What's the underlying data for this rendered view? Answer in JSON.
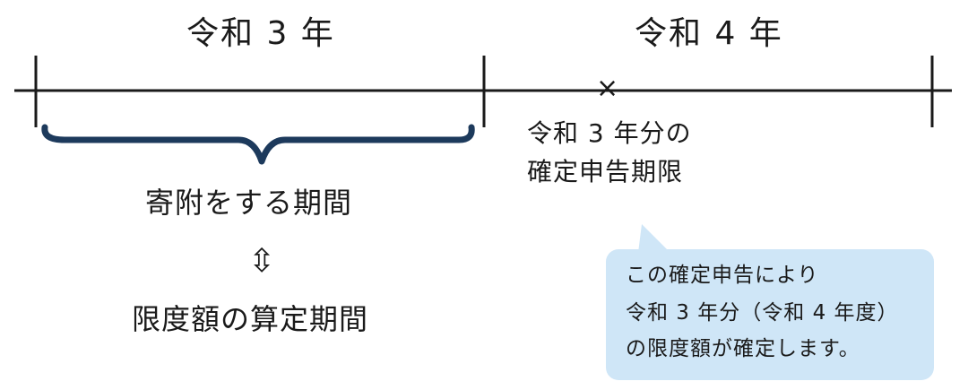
{
  "colors": {
    "line": "#1a1a1a",
    "brace": "#1d3a5c",
    "bubble": "#cfe6f7"
  },
  "timeline": {
    "year_left": "令和 3 年",
    "year_right": "令和 4 年",
    "deadline_line1": "令和 3 年分の",
    "deadline_line2": "確定申告期限",
    "marker": "×"
  },
  "brace": {
    "label": "寄附をする期間",
    "arrow": "⇳",
    "sublabel": "限度額の算定期間"
  },
  "callout": {
    "line1": "この確定申告により",
    "line2": "令和 3 年分（令和 4 年度）",
    "line3": "の限度額が確定します。"
  }
}
